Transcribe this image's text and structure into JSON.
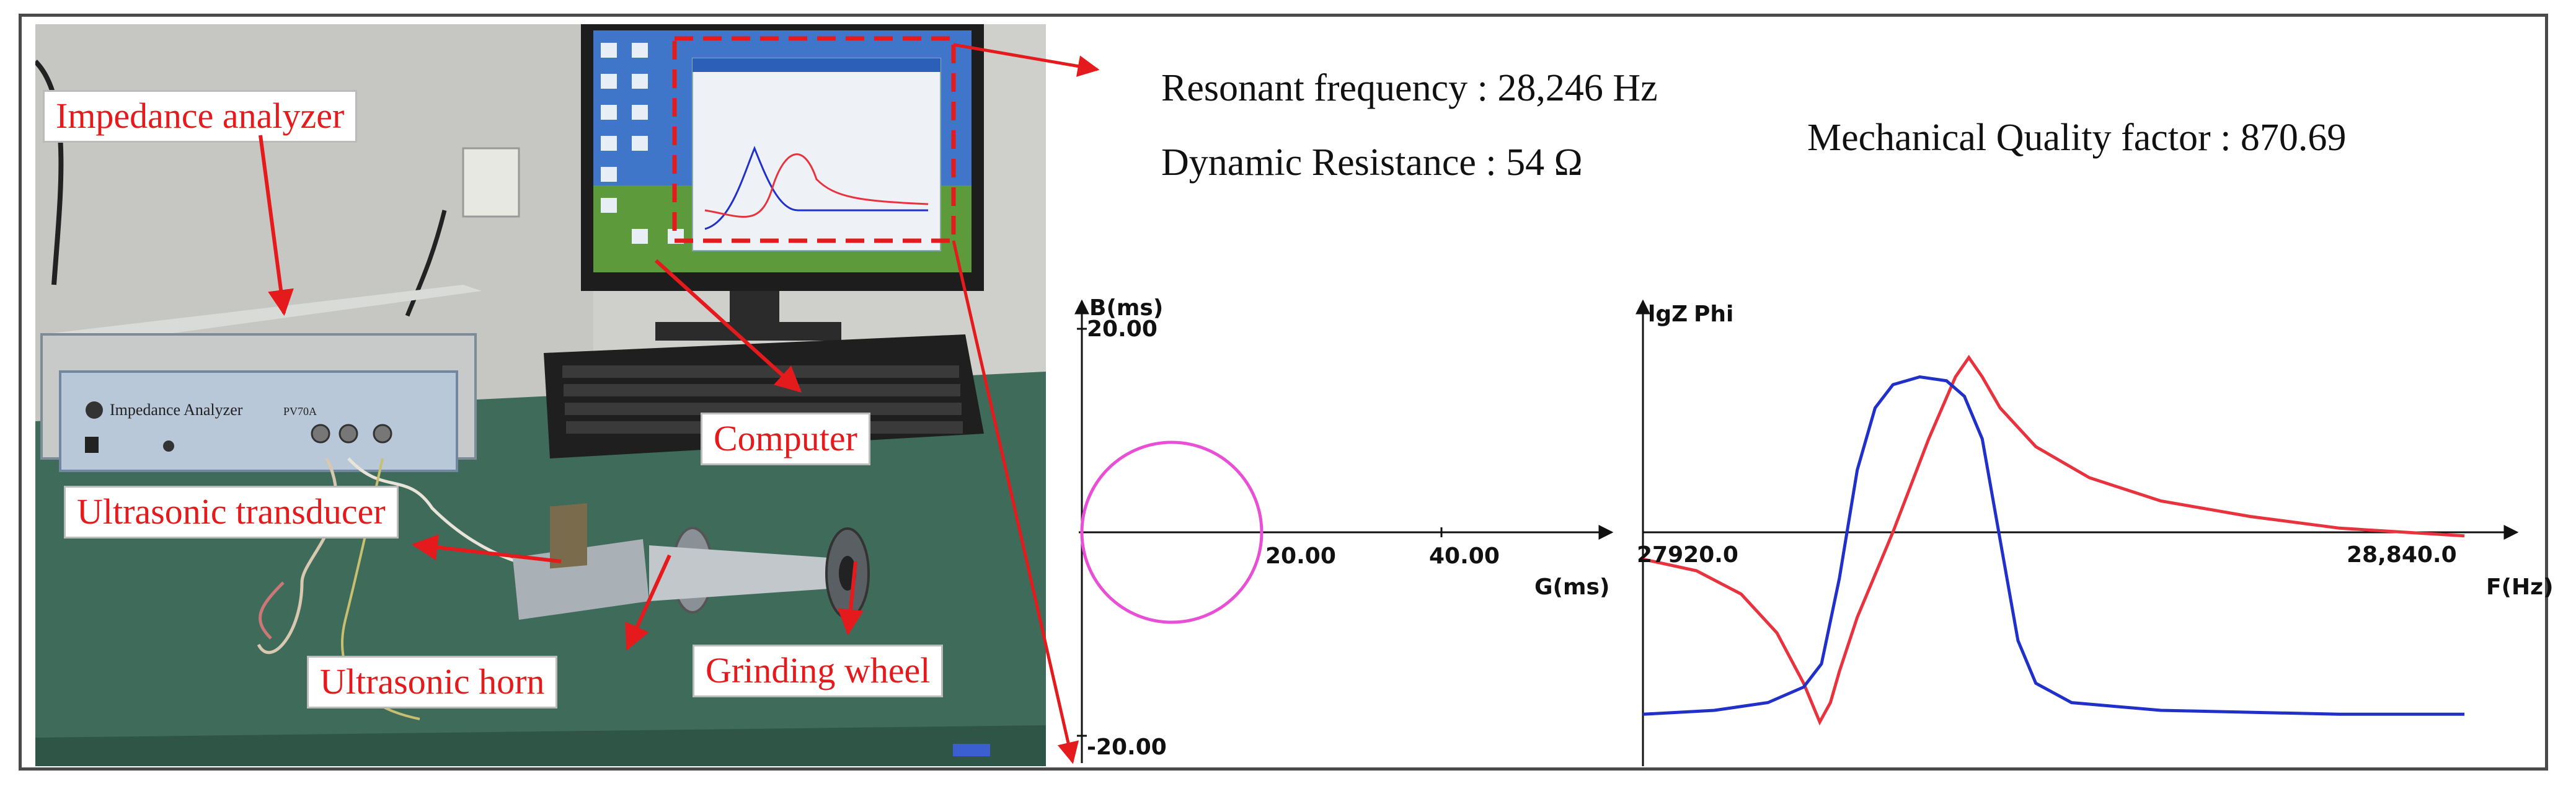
{
  "labels": {
    "impedance_analyzer": "Impedance analyzer",
    "computer": "Computer",
    "ultrasonic_transducer": "Ultrasonic transducer",
    "ultrasonic_horn": "Ultrasonic horn",
    "grinding_wheel": "Grinding wheel"
  },
  "device_text": {
    "analyzer_panel": "Impedance Analyzer",
    "analyzer_model": "PV70A"
  },
  "metrics": {
    "resonant_frequency": "Resonant frequency : 28,246 Hz",
    "dynamic_resistance": "Dynamic Resistance : 54 Ω",
    "quality_factor": "Mechanical Quality factor : 870.69"
  },
  "colors": {
    "callout_text": "#e41a1c",
    "arrow": "#e41a1c",
    "admittance_circle": "#e84fd6",
    "lgz_curve": "#e8333e",
    "phi_curve": "#2030c8"
  },
  "chart_data": [
    {
      "type": "scatter",
      "x_label": "G(ms)",
      "y_label": "B(ms)",
      "x_ticks": [
        "20.00",
        "40.00"
      ],
      "y_ticks": [
        "20.00",
        "-20.00"
      ],
      "xlim": [
        0,
        60
      ],
      "ylim": [
        -20,
        20
      ],
      "series": [
        {
          "shape": "circle",
          "center": [
            10,
            0
          ],
          "radius": 10
        }
      ]
    },
    {
      "type": "line",
      "x_label": "F(Hz)",
      "x_ticks": [
        "27920.0",
        "28,840.0"
      ],
      "xlim": [
        27920,
        28840
      ],
      "series": [
        {
          "name": "lgZ",
          "x": [
            27920,
            27980,
            28030,
            28070,
            28100,
            28118,
            28130,
            28140,
            28160,
            28200,
            28240,
            28270,
            28285,
            28300,
            28320,
            28360,
            28420,
            28500,
            28600,
            28700,
            28840
          ],
          "y": [
            0.43,
            0.4,
            0.34,
            0.24,
            0.11,
            0.01,
            0.06,
            0.14,
            0.28,
            0.5,
            0.74,
            0.9,
            0.95,
            0.9,
            0.82,
            0.72,
            0.64,
            0.58,
            0.54,
            0.51,
            0.49
          ]
        },
        {
          "name": "Phi",
          "x": [
            27920,
            28000,
            28060,
            28100,
            28120,
            28140,
            28160,
            28180,
            28200,
            28230,
            28260,
            28280,
            28300,
            28320,
            28340,
            28360,
            28400,
            28500,
            28600,
            28700,
            28840
          ],
          "y": [
            0.03,
            0.04,
            0.06,
            0.1,
            0.16,
            0.38,
            0.66,
            0.82,
            0.88,
            0.9,
            0.89,
            0.85,
            0.74,
            0.48,
            0.22,
            0.11,
            0.06,
            0.04,
            0.035,
            0.03,
            0.03
          ]
        }
      ]
    }
  ]
}
